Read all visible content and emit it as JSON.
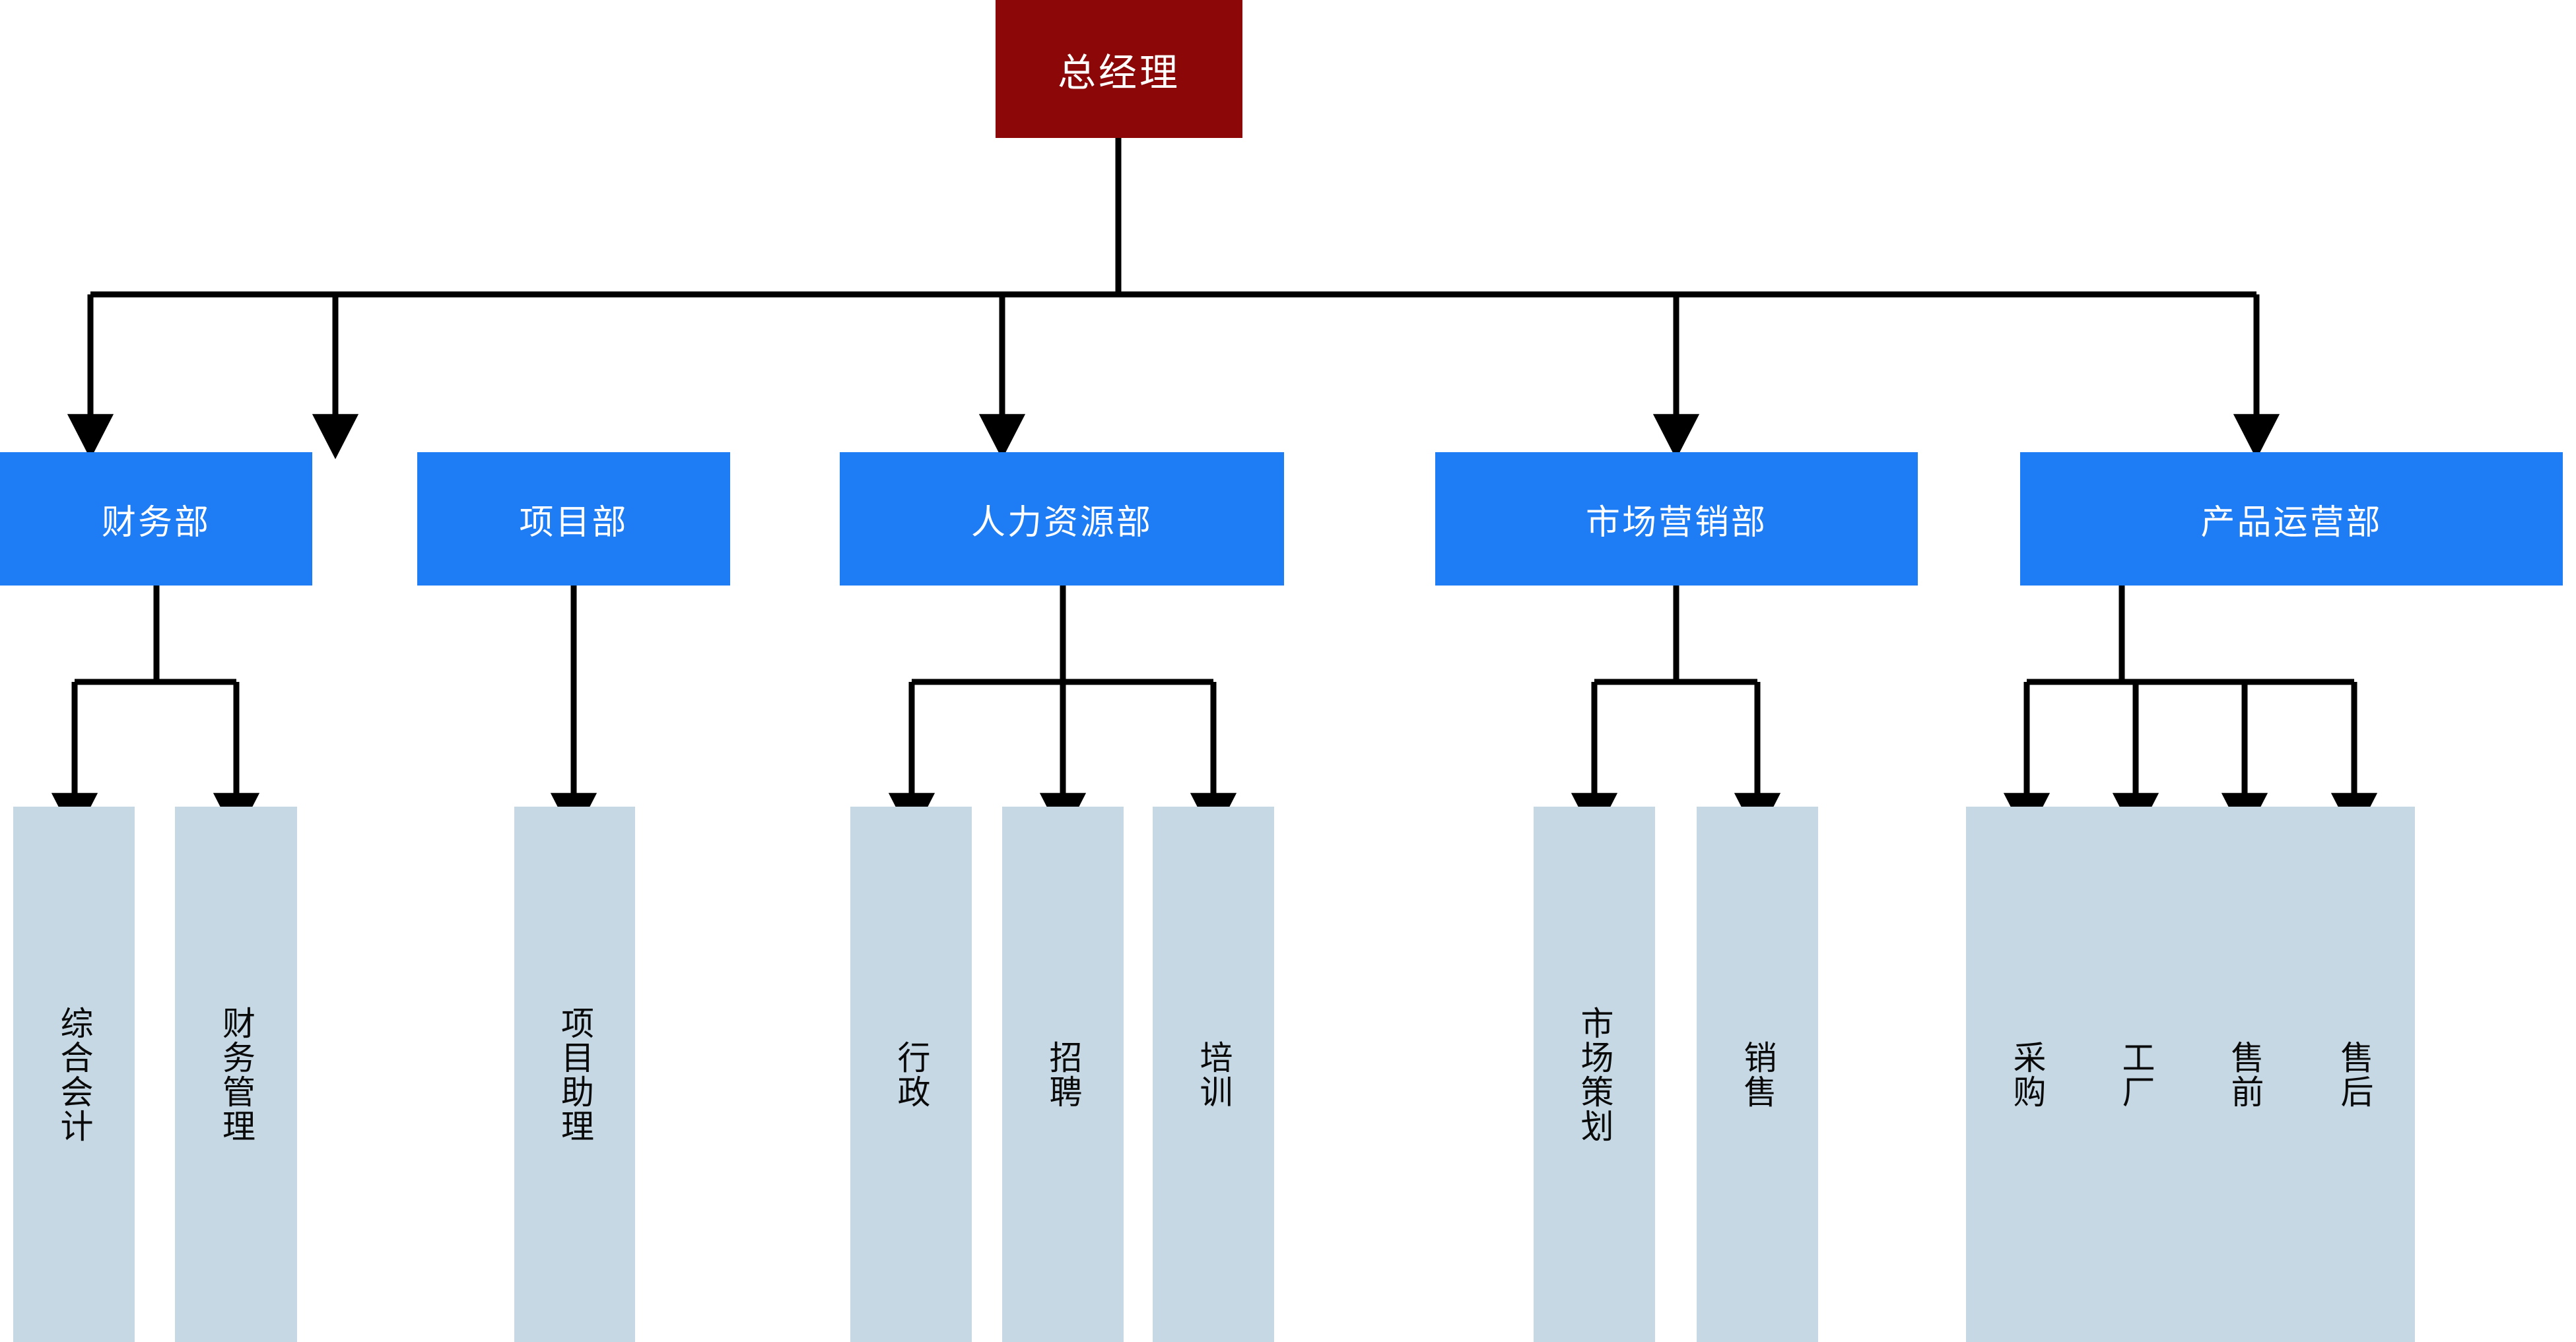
{
  "diagram": {
    "type": "org-chart",
    "title_text": "",
    "colors": {
      "root_fill": "#8C0808",
      "root_text": "#FFFFFF",
      "department_fill": "#1E7DF5",
      "department_text": "#FFFFFF",
      "team_fill": "#C5D8E4",
      "team_text": "#0A0A0A",
      "connector": "#000000",
      "background": "#FFFFFF"
    },
    "root": {
      "label": "总经理"
    },
    "departments": [
      {
        "label": "财务部",
        "teams": [
          {
            "label": "综合会计"
          },
          {
            "label": "财务管理"
          }
        ]
      },
      {
        "label": "项目部",
        "teams": [
          {
            "label": "项目助理"
          }
        ]
      },
      {
        "label": "人力资源部",
        "teams": [
          {
            "label": "行政"
          },
          {
            "label": "招聘"
          },
          {
            "label": "培训"
          }
        ]
      },
      {
        "label": "市场营销部",
        "teams": [
          {
            "label": "市场策划"
          },
          {
            "label": "销售"
          }
        ]
      },
      {
        "label": "产品运营部",
        "teams": [
          {
            "label": "采购"
          },
          {
            "label": "工厂"
          },
          {
            "label": "售前"
          },
          {
            "label": "售后"
          }
        ]
      }
    ]
  }
}
